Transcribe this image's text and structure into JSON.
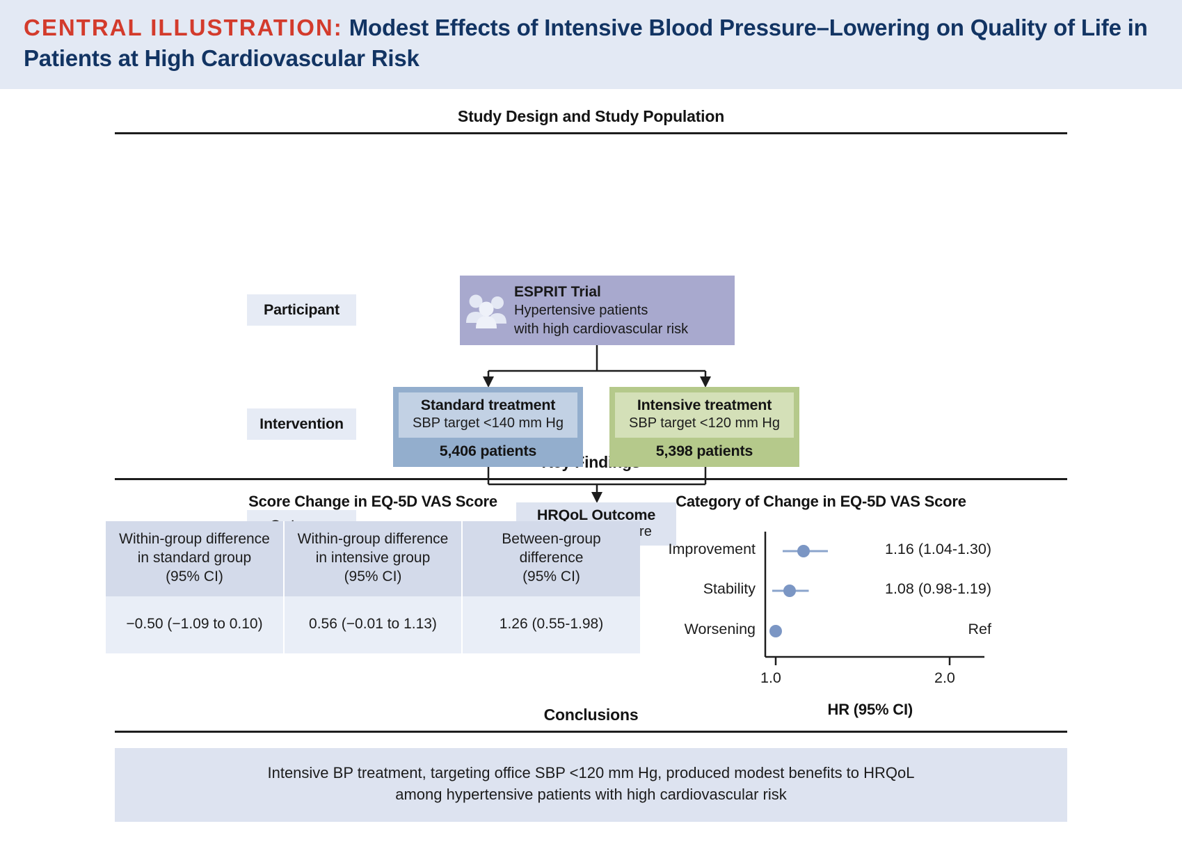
{
  "header": {
    "prefix": "CENTRAL ILLUSTRATION:",
    "title": "Modest Effects of Intensive Blood Pressure–Lowering on Quality of Life in Patients at High Cardiovascular Risk",
    "band_color": "#e3e9f4",
    "prefix_color": "#d33b2c",
    "title_color": "#123463"
  },
  "study_design": {
    "heading": "Study Design and Study Population",
    "row_labels": {
      "participant": "Participant",
      "intervention": "Intervention",
      "outcome": "Outcome"
    },
    "participant": {
      "icon": "people-group-icon",
      "trial_name": "ESPRIT Trial",
      "line1": "Hypertensive patients",
      "line2": "with high cardiovascular risk",
      "color": "#a8a9ce"
    },
    "arms": [
      {
        "title": "Standard treatment",
        "subtitle": "SBP target <140 mm Hg",
        "count": "5,406 patients",
        "color": "#93aecd",
        "inner_color": "#c2d1e4"
      },
      {
        "title": "Intensive treatment",
        "subtitle": "SBP target <120 mm Hg",
        "count": "5,398 patients",
        "color": "#b5c98b",
        "inner_color": "#d4e0b8"
      }
    ],
    "outcome": {
      "title": "HRQoL Outcome",
      "subtitle": "EQ-5D VAS score",
      "color": "#dde3f0"
    }
  },
  "key_findings": {
    "heading": "Key Findings",
    "score_change": {
      "title": "Score Change in EQ-5D VAS Score",
      "columns": [
        "Within-group difference\nin standard group\n(95% CI)",
        "Within-group difference\nin intensive group\n(95% CI)",
        "Between-group\ndifference\n(95% CI)"
      ],
      "values": [
        "−0.50 (−1.09 to 0.10)",
        "0.56 (−0.01 to 1.13)",
        "1.26 (0.55-1.98)"
      ]
    },
    "category_change": {
      "title": "Category of Change in EQ-5D VAS Score"
    }
  },
  "chart_data": {
    "type": "scatter",
    "title": "Category of Change in EQ-5D VAS Score",
    "xlabel": "HR (95% CI)",
    "ylabel": "",
    "xlim": [
      0.94,
      2.2
    ],
    "xticks": [
      1.0,
      2.0
    ],
    "xtick_labels": [
      "1.0",
      "2.0"
    ],
    "grid": false,
    "marker_color": "#7b96c4",
    "line_color": "#8ba4cc",
    "categories": [
      "Improvement",
      "Stability",
      "Worsening"
    ],
    "series": [
      {
        "name": "Improvement",
        "hr": 1.16,
        "ci_low": 1.04,
        "ci_high": 1.3,
        "label": "1.16 (1.04-1.30)"
      },
      {
        "name": "Stability",
        "hr": 1.08,
        "ci_low": 0.98,
        "ci_high": 1.19,
        "label": "1.08 (0.98-1.19)"
      },
      {
        "name": "Worsening",
        "hr": 1.0,
        "ci_low": null,
        "ci_high": null,
        "label": "Ref"
      }
    ]
  },
  "conclusions": {
    "heading": "Conclusions",
    "line1": "Intensive BP treatment, targeting office SBP <120 mm Hg, produced modest benefits to HRQoL",
    "line2": "among hypertensive patients with high cardiovascular risk"
  }
}
